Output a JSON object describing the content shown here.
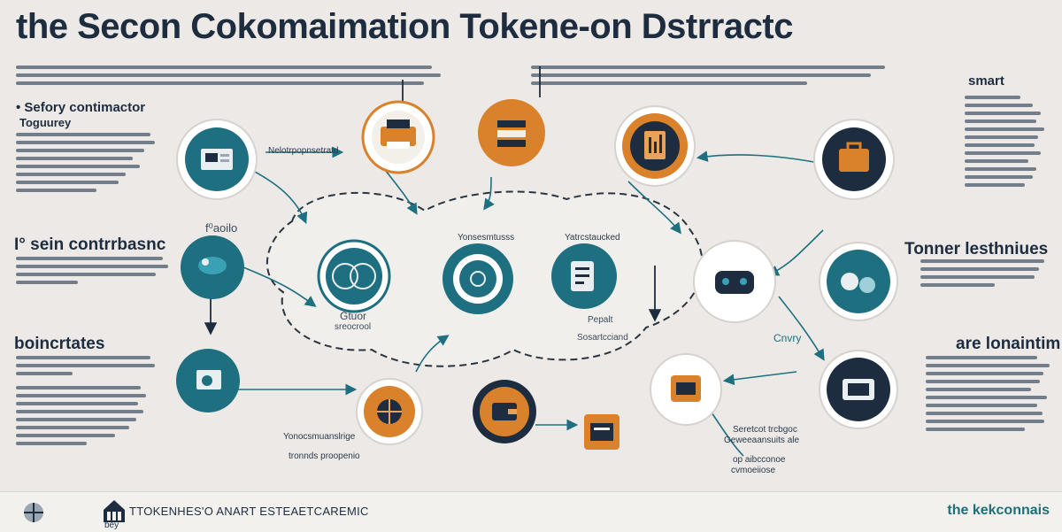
{
  "title": "the Secon Cokomaimation Tokene-on Dstrractc",
  "headings": {
    "sensory": "• Sefory contimactor",
    "sensory_sub": "Toguurey",
    "smart": "smart",
    "sein": "I° sein contrrbasnc",
    "tonner": "Tonner lesthniues",
    "boinc": "boincrtates",
    "are": "are lonaintim"
  },
  "labels": {
    "top_arrow_label": "Nelotrpopnsetratd",
    "tokens_left": "Yonsesmtusss",
    "tokens_right": "Yatrcstaucked",
    "center_cap1": "Gtuor",
    "center_cap2": "sreocrool",
    "center_cap3": "Pepalt",
    "center_cap4": "Sosartcciand",
    "left_mark": "f⁰aoilo",
    "right_mark": "Cnvry",
    "bottom_cap1": "Yonocsmuanslrige",
    "bottom_cap2": "tronnds proopenio",
    "br_cap1": "Seretcot trcbgoc",
    "br_cap2": "Geweeaansuits ale",
    "br_cap3": "op aibcconoe",
    "br_cap4": "cvmoeiiose"
  },
  "footer": {
    "text": "TTOKENHES'O ANART ESTEAETCAREMIC",
    "sub": "bey",
    "brand": "the kekconnais"
  },
  "colors": {
    "teal": "#1e6f80",
    "orange": "#d9822b",
    "navy": "#1d2d3f"
  },
  "icons": [
    "doc-window-icon",
    "printer-icon",
    "server-stack-icon",
    "monitor-chart-icon",
    "cloud-device-icon",
    "coins-icon",
    "robot-icon",
    "tablet-doc-icon",
    "lens-icon",
    "gear-doc-icon",
    "hand-wallet-icon",
    "chart-globe-icon",
    "briefcase-icon",
    "wallet-icon",
    "app-window-icon"
  ]
}
